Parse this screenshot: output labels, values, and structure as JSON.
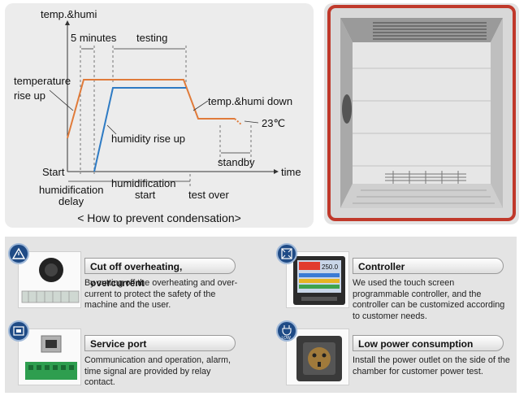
{
  "diagram": {
    "y_axis_label": "temp.&humi",
    "x_axis_label": "time",
    "start_label": "Start",
    "five_minutes": "5 minutes",
    "testing": "testing",
    "temp_rise_line1": "temperature",
    "temp_rise_line2": "rise up",
    "humidity_rise": "humidity rise up",
    "temp_humi_down": "temp.&humi down",
    "temp_value": "23℃",
    "standby": "standby",
    "humid_delay_line1": "humidification",
    "humid_delay_line2": "delay",
    "humid_start_line1": "humidification",
    "humid_start_line2": "start",
    "test_over": "test over",
    "caption": "< How to prevent condensation>",
    "colors": {
      "temperature": "#e07b3a",
      "humidity": "#2e7bc4"
    }
  },
  "features": [
    {
      "icon": "warning-triangle-icon",
      "title": "Cut off overheating, overcurrent",
      "desc": "By cutting off the overheating and over-current to protect the safety of the machine and the user."
    },
    {
      "icon": "controller-icon",
      "title": "Controller",
      "desc": "We used the touch screen programmable controller, and the controller can be customized according to customer needs."
    },
    {
      "icon": "network-port-icon",
      "title": "Service port",
      "desc": "Communication and operation, alarm, time signal are provided by relay contact."
    },
    {
      "icon": "low-power-plug-icon",
      "title": "Low power consumption",
      "desc": "Install the power outlet on the side of the chamber for customer power test."
    }
  ],
  "badges": {
    "low": "LOW",
    "screen_value": "250.0"
  }
}
